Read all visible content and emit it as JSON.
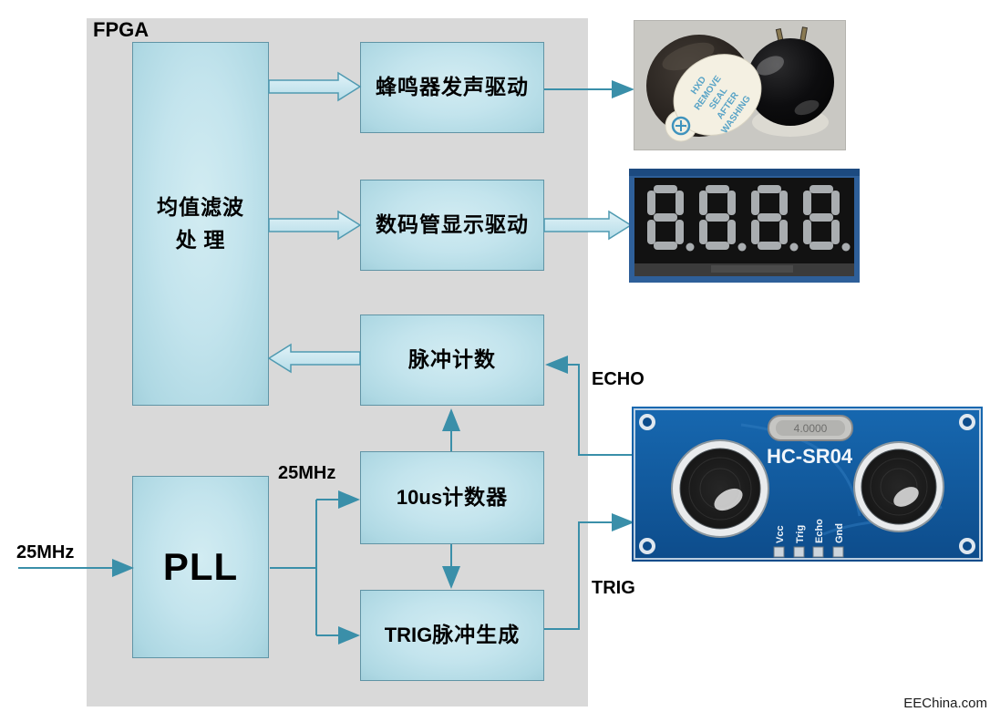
{
  "watermark": "EEChina.com",
  "diagram": {
    "fpga_label": "FPGA",
    "blocks": {
      "mean_filter_line1": "均值滤波",
      "mean_filter_line2": "处 理",
      "buzzer_driver": "蜂鸣器发声驱动",
      "display_driver": "数码管显示驱动",
      "pulse_counter": "脉冲计数",
      "us_counter_prefix": "10us",
      "us_counter_suffix": "计数器",
      "trig_gen_prefix": "TRIG",
      "trig_gen_suffix": "脉冲生成",
      "pll": "PLL"
    },
    "labels": {
      "clock_input": "25MHz",
      "pll_output": "25MHz",
      "echo": "ECHO",
      "trig": "TRIG"
    },
    "colors": {
      "region_bg": "#d9d9d9",
      "block_fill": "#c3e4ed",
      "block_border": "#6094a5",
      "arrow": "#3a8fa9",
      "block_arrow_fill": "#cce9f2"
    }
  },
  "photos": {
    "buzzer": {
      "label_words": [
        "HXD",
        "REMOVE",
        "SEAL",
        "AFTER",
        "WASHING"
      ]
    },
    "display": {
      "digits": "8.8.8.8."
    },
    "sensor": {
      "name": "HC-SR04",
      "crystal": "4.0000",
      "pins": [
        "Vcc",
        "Trig",
        "Echo",
        "Gnd"
      ]
    }
  }
}
